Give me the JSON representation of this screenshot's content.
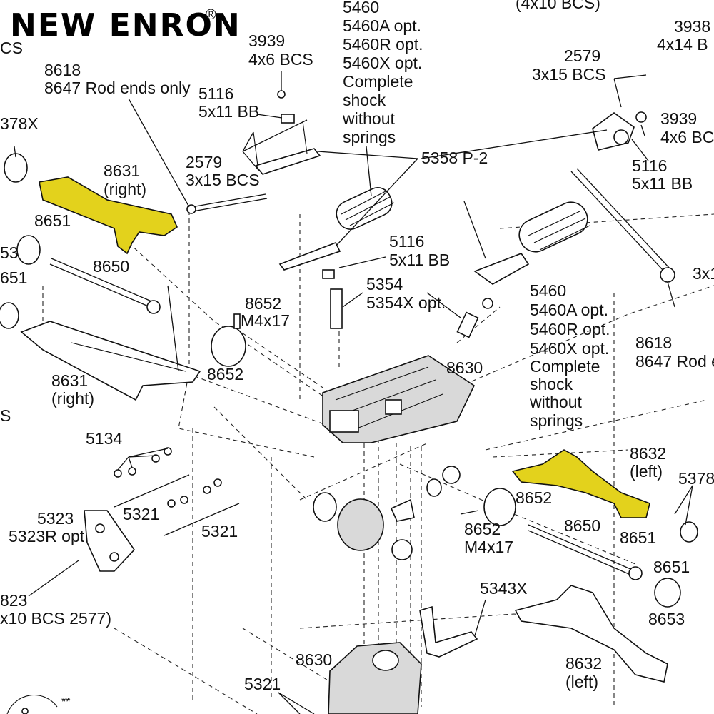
{
  "logo": {
    "text": "NEW ENRON",
    "mark": "®"
  },
  "callouts": [
    "5460",
    "5460A opt.",
    "5460R opt.",
    "5460X opt.",
    "Complete",
    "shock",
    "without",
    "springs",
    "(4x10 BCS)",
    "3938",
    "4x14 B",
    "3939",
    "4x6 BCS",
    "2579",
    "3x15 BCS",
    "8618",
    "8647 Rod ends only",
    "5116",
    "5x11 BB",
    "3939",
    "4x6 BC",
    "378X",
    "2579",
    "3x15 BCS",
    "5358 P-2",
    "8631",
    "(right)",
    "5116",
    "5x11 BB",
    "8651",
    "53",
    "651",
    "8650",
    "5116",
    "5x11 BB",
    "5354",
    "5354X opt.",
    "3x1",
    "8652",
    "M4x17",
    "5460",
    "5460A opt.",
    "5460R opt.",
    "5460X opt.",
    "Complete",
    "shock",
    "without",
    "springs",
    "8618",
    "8647 Rod e",
    "8630",
    "8631",
    "(right)",
    "8652",
    "S",
    "5134",
    "8632",
    "(left)",
    "5378",
    "8652",
    "5323",
    "5323R opt.",
    "5321",
    "5321",
    "8652",
    "M4x17",
    "8650",
    "8651",
    "8651",
    "823",
    "x10 BCS 2577)",
    "5343X",
    "8653",
    "8630",
    "8632",
    "(left)",
    "5321",
    "**",
    "CS"
  ],
  "colors": {
    "highlight": "#e3d21c",
    "line": "#111111",
    "background": "#ffffff"
  }
}
